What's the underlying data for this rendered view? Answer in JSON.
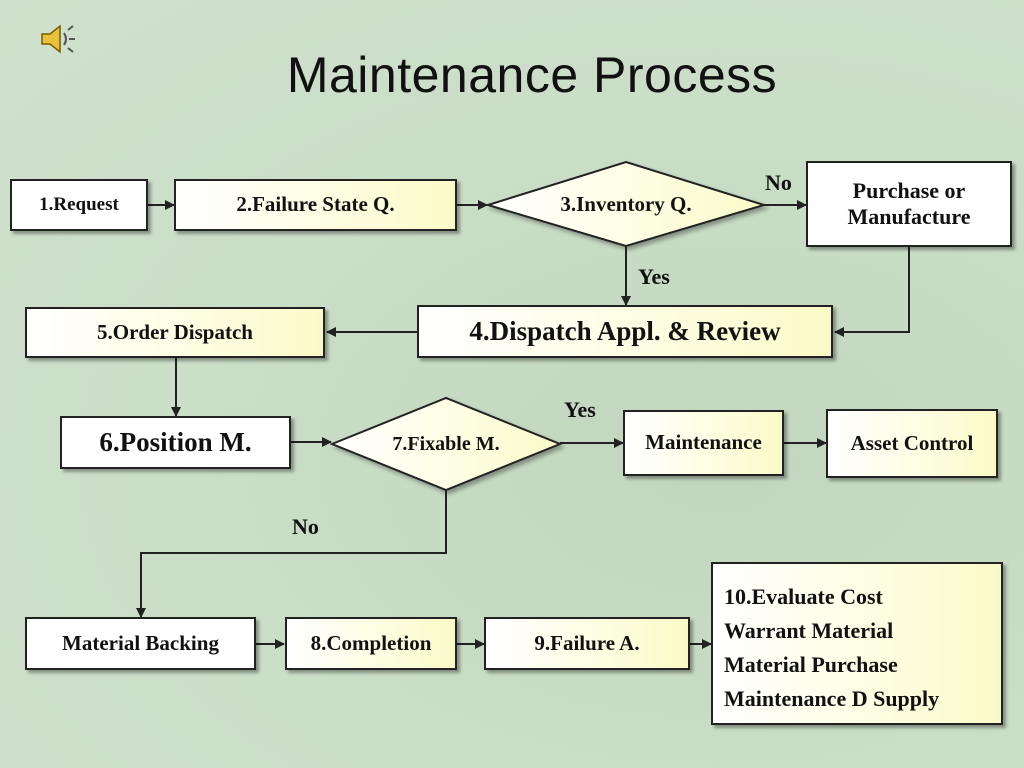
{
  "title": "Maintenance Process",
  "nodes": {
    "request": "1.Request",
    "failure_state": "2.Failure State Q.",
    "inventory": "3.Inventory Q.",
    "purchase": [
      "Purchase or",
      "Manufacture"
    ],
    "dispatch_review": "4.Dispatch Appl. & Review",
    "order_dispatch": "5.Order Dispatch",
    "position": "6.Position M.",
    "fixable": "7.Fixable M.",
    "maintenance": "Maintenance",
    "asset_control": "Asset Control",
    "material_backing": "Material Backing",
    "completion": "8.Completion",
    "failure_a": "9.Failure A.",
    "evaluate": [
      "10.Evaluate Cost",
      "Warrant Material",
      "Material Purchase",
      "Maintenance D Supply"
    ]
  },
  "labels": {
    "inventory_no": "No",
    "inventory_yes": "Yes",
    "fixable_yes": "Yes",
    "fixable_no": "No"
  },
  "colors": {
    "line": "#222222",
    "box_fill": "#ffffff",
    "box_fill_yellow": "#fafac8",
    "background": "#c9dcc6"
  },
  "icons": {
    "speaker": "speaker-icon"
  }
}
